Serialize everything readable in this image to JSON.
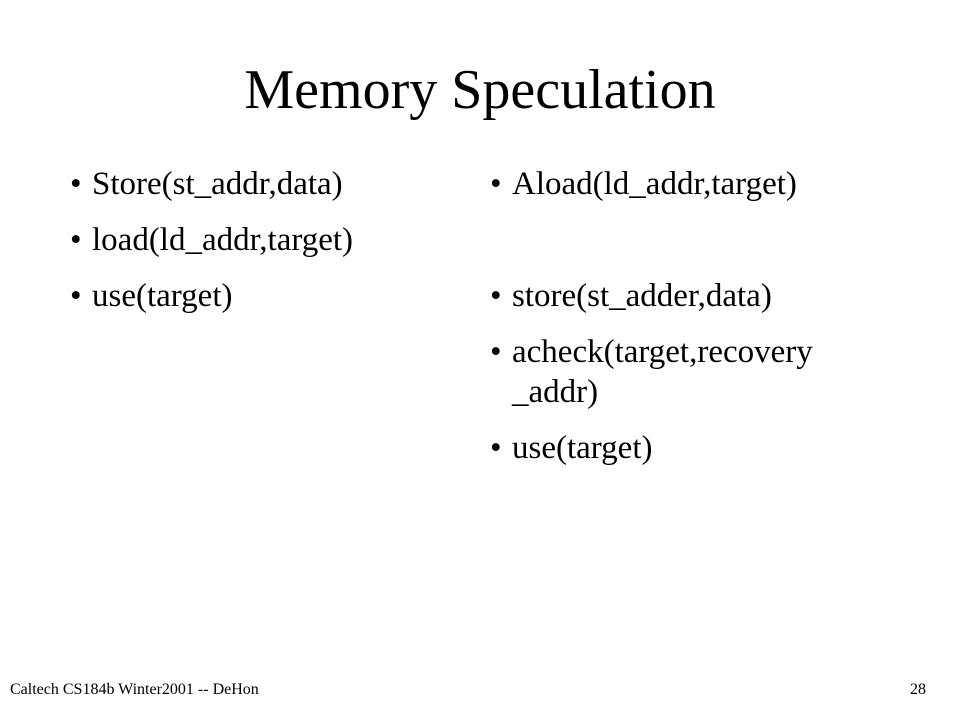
{
  "slide": {
    "title": "Memory Speculation",
    "left_bullets": [
      "Store(st_addr,data)",
      "load(ld_addr,target)",
      "use(target)"
    ],
    "right_bullets": [
      "Aload(ld_addr,target)",
      "store(st_adder,data)",
      "acheck(target,recovery _addr)",
      "use(target)"
    ],
    "footer": {
      "course": "Caltech CS184b Winter2001 -- DeHon",
      "page_number": "28"
    }
  }
}
